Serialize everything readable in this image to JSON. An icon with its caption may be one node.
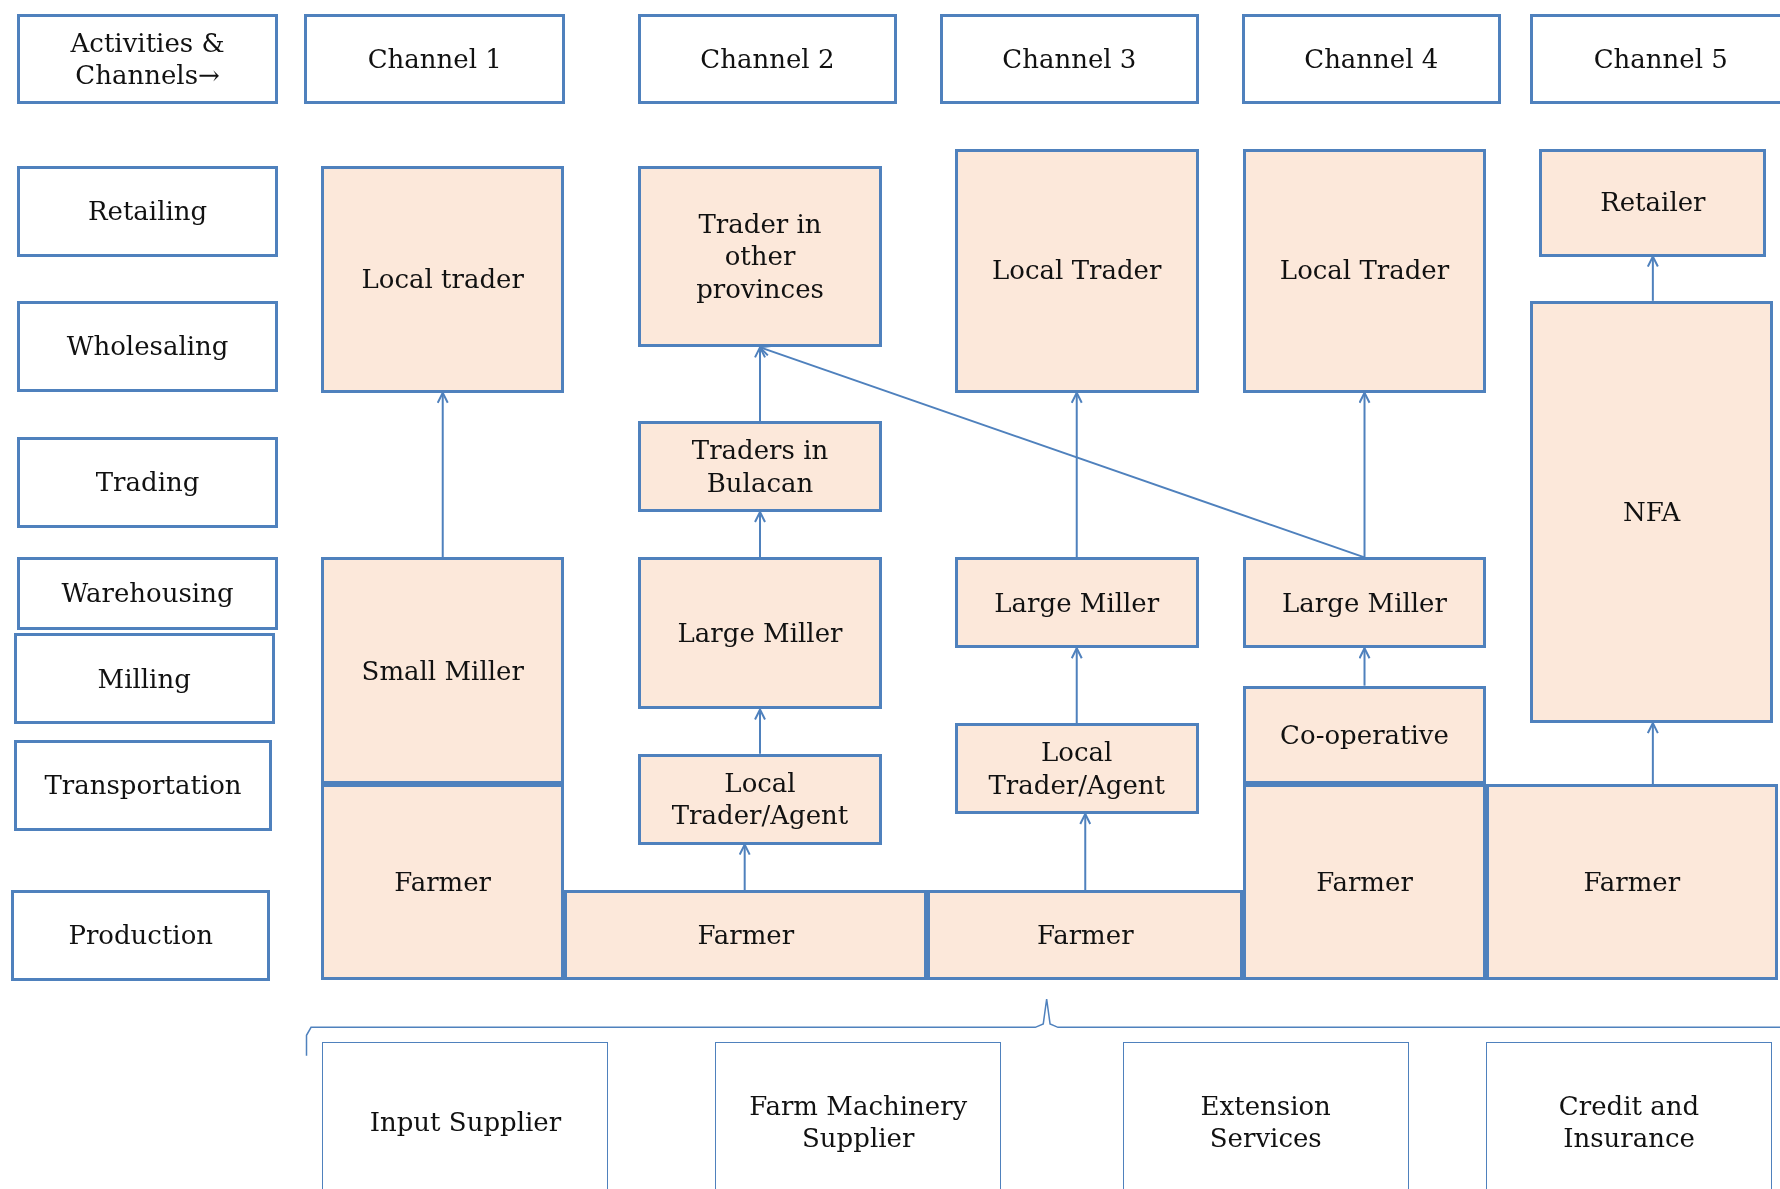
{
  "diagram": {
    "nodes": [
      {
        "text": [
          "Activities & Channels→"
        ]
      },
      {
        "text": [
          "Channel 1"
        ]
      },
      {
        "text": [
          "Channel 2"
        ]
      },
      {
        "text": [
          "Channel 3"
        ]
      },
      {
        "text": [
          "Channel 4"
        ]
      },
      {
        "text": [
          "Channel 5"
        ]
      },
      {
        "text": [
          "Retailing"
        ]
      },
      {
        "text": [
          "Wholesaling"
        ]
      },
      {
        "text": [
          "Trading"
        ]
      },
      {
        "text": [
          "Warehousing"
        ]
      },
      {
        "text": [
          "Milling"
        ]
      },
      {
        "text": [
          "Transportation"
        ]
      },
      {
        "text": [
          "Production"
        ]
      },
      {
        "text": [
          "Local trader"
        ]
      },
      {
        "text": [
          "Small Miller"
        ]
      },
      {
        "text": [
          "Farmer"
        ]
      },
      {
        "text": [
          "Trader in other provinces"
        ]
      },
      {
        "text": [
          "Traders in Bulacan"
        ]
      },
      {
        "text": [
          "Large Miller"
        ]
      },
      {
        "text": [
          "Local Trader/Agent"
        ]
      },
      {
        "text": [
          "Farmer"
        ]
      },
      {
        "text": [
          "Local Trader"
        ]
      },
      {
        "text": [
          "Large Miller"
        ]
      },
      {
        "text": [
          "Local Trader/Agent"
        ]
      },
      {
        "text": [
          "Farmer"
        ]
      },
      {
        "text": [
          "Local Trader"
        ]
      },
      {
        "text": [
          "Large Miller"
        ]
      },
      {
        "text": [
          "Co-operative"
        ]
      },
      {
        "text": [
          "Farmer"
        ]
      },
      {
        "text": [
          "Retailer"
        ]
      },
      {
        "text": [
          "NFA"
        ]
      },
      {
        "text": [
          "Farmer"
        ]
      },
      {
        "text": [
          "Input Supplier"
        ]
      },
      {
        "text": [
          "Farm Machinery Supplier"
        ]
      },
      {
        "text": [
          "Extension Services"
        ]
      },
      {
        "text": [
          "Credit and Insurance"
        ]
      }
    ],
    "edges": [
      {
        "from": 14,
        "to": 13,
        "arrow": "to"
      },
      {
        "from": 20,
        "to": 19,
        "arrow": "to"
      },
      {
        "from": 19,
        "to": 18,
        "arrow": "to"
      },
      {
        "from": 18,
        "to": 17,
        "arrow": "to"
      },
      {
        "from": 17,
        "to": 16,
        "arrow": "to"
      },
      {
        "from": 26,
        "to": 16,
        "arrow": "to"
      },
      {
        "from": 24,
        "to": 23,
        "arrow": "to"
      },
      {
        "from": 23,
        "to": 22,
        "arrow": "to"
      },
      {
        "from": 22,
        "to": 21,
        "arrow": "to"
      },
      {
        "from": 26,
        "to": 25,
        "arrow": "to"
      },
      {
        "from": 27,
        "to": 26,
        "arrow": "to"
      },
      {
        "from": 31,
        "to": 30,
        "arrow": "to"
      },
      {
        "from": 30,
        "to": 29,
        "arrow": "to"
      }
    ]
  }
}
